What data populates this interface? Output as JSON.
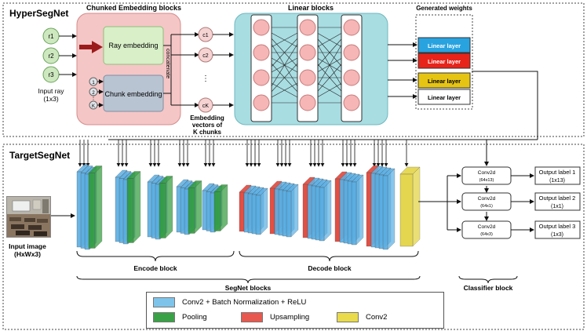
{
  "hyper": {
    "title": "HyperSegNet",
    "chunked_title": "Chunked Embedding blocks",
    "linear_title": "Linear blocks",
    "generated_title": "Generated weights",
    "ray_embedding": "Ray embedding",
    "chunk_embedding": "Chunk embedding",
    "concatenate": "concatenate",
    "ray_inputs": [
      "r1",
      "r2",
      "r3"
    ],
    "ray_caption": [
      "Input ray",
      "(1x3)"
    ],
    "chunk_indices": [
      "1",
      "2",
      "K"
    ],
    "chunk_vectors": [
      "c1",
      "c2",
      "cK"
    ],
    "embedding_caption": [
      "Embedding",
      "vectors of",
      "K chunks"
    ],
    "linear_layers": [
      {
        "label": "Linear layer",
        "color": "#29a3e0",
        "text_color": "#ffffff"
      },
      {
        "label": "Linear layer",
        "color": "#e8231a",
        "text_color": "#ffffff"
      },
      {
        "label": "Linear layer",
        "color": "#e6c413",
        "text_color": "#000000"
      },
      {
        "label": "Linear layer",
        "color": "#ffffff",
        "text_color": "#000000"
      }
    ]
  },
  "target": {
    "title": "TargetSegNet",
    "input_caption": [
      "Input image",
      "(HxWx3)"
    ],
    "encode_label": "Encode block",
    "decode_label": "Decode block",
    "segnet_label": "SegNet blocks",
    "classifier_label": "Classifier block",
    "conv_blocks": [
      {
        "label": "Conv2d",
        "size": "(64x13)"
      },
      {
        "label": "Conv2d",
        "size": "(64x1)"
      },
      {
        "label": "Conv2d",
        "size": "(64x3)"
      }
    ],
    "outputs": [
      {
        "label": "Output label 1",
        "size": "(1x13)"
      },
      {
        "label": "Output label 2",
        "size": "(1x1)"
      },
      {
        "label": "Output label 3",
        "size": "(1x3)"
      }
    ]
  },
  "legend": [
    {
      "label": "Conv2 + Batch Normalization + ReLU",
      "color": "#7ec4ea"
    },
    {
      "label": "Pooling",
      "color": "#3aa246"
    },
    {
      "label": "Upsampling",
      "color": "#e9584e"
    },
    {
      "label": "Conv2",
      "color": "#e9db4a"
    }
  ],
  "colors": {
    "conv": "#5aaee3",
    "pool": "#2f9b3a",
    "upsample": "#e03c30",
    "conv2": "#e2d23c",
    "chunked_bg": "#f5c6c6",
    "linear_bg": "#a8dde2",
    "ray_node": "#cde8bf",
    "neuron": "#f6b6b6"
  }
}
